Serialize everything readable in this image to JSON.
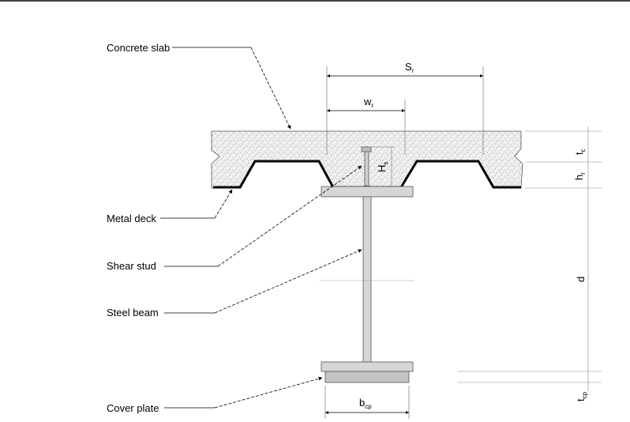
{
  "labels": {
    "concrete_slab": "Concrete slab",
    "metal_deck": "Metal deck",
    "shear_stud": "Shear stud",
    "steel_beam": "Steel beam",
    "cover_plate": "Cover plate"
  },
  "dimensions": {
    "sr_main": "S",
    "sr_sub": "r",
    "wr_main": "w",
    "wr_sub": "r",
    "hs_main": "H",
    "hs_sub": "s",
    "tc_main": "t",
    "tc_sub": "c",
    "hr_main": "h",
    "hr_sub": "r",
    "d": "d",
    "tcp_main": "t",
    "tcp_sub": "cp",
    "bcp_main": "b",
    "bcp_sub": "cp"
  }
}
